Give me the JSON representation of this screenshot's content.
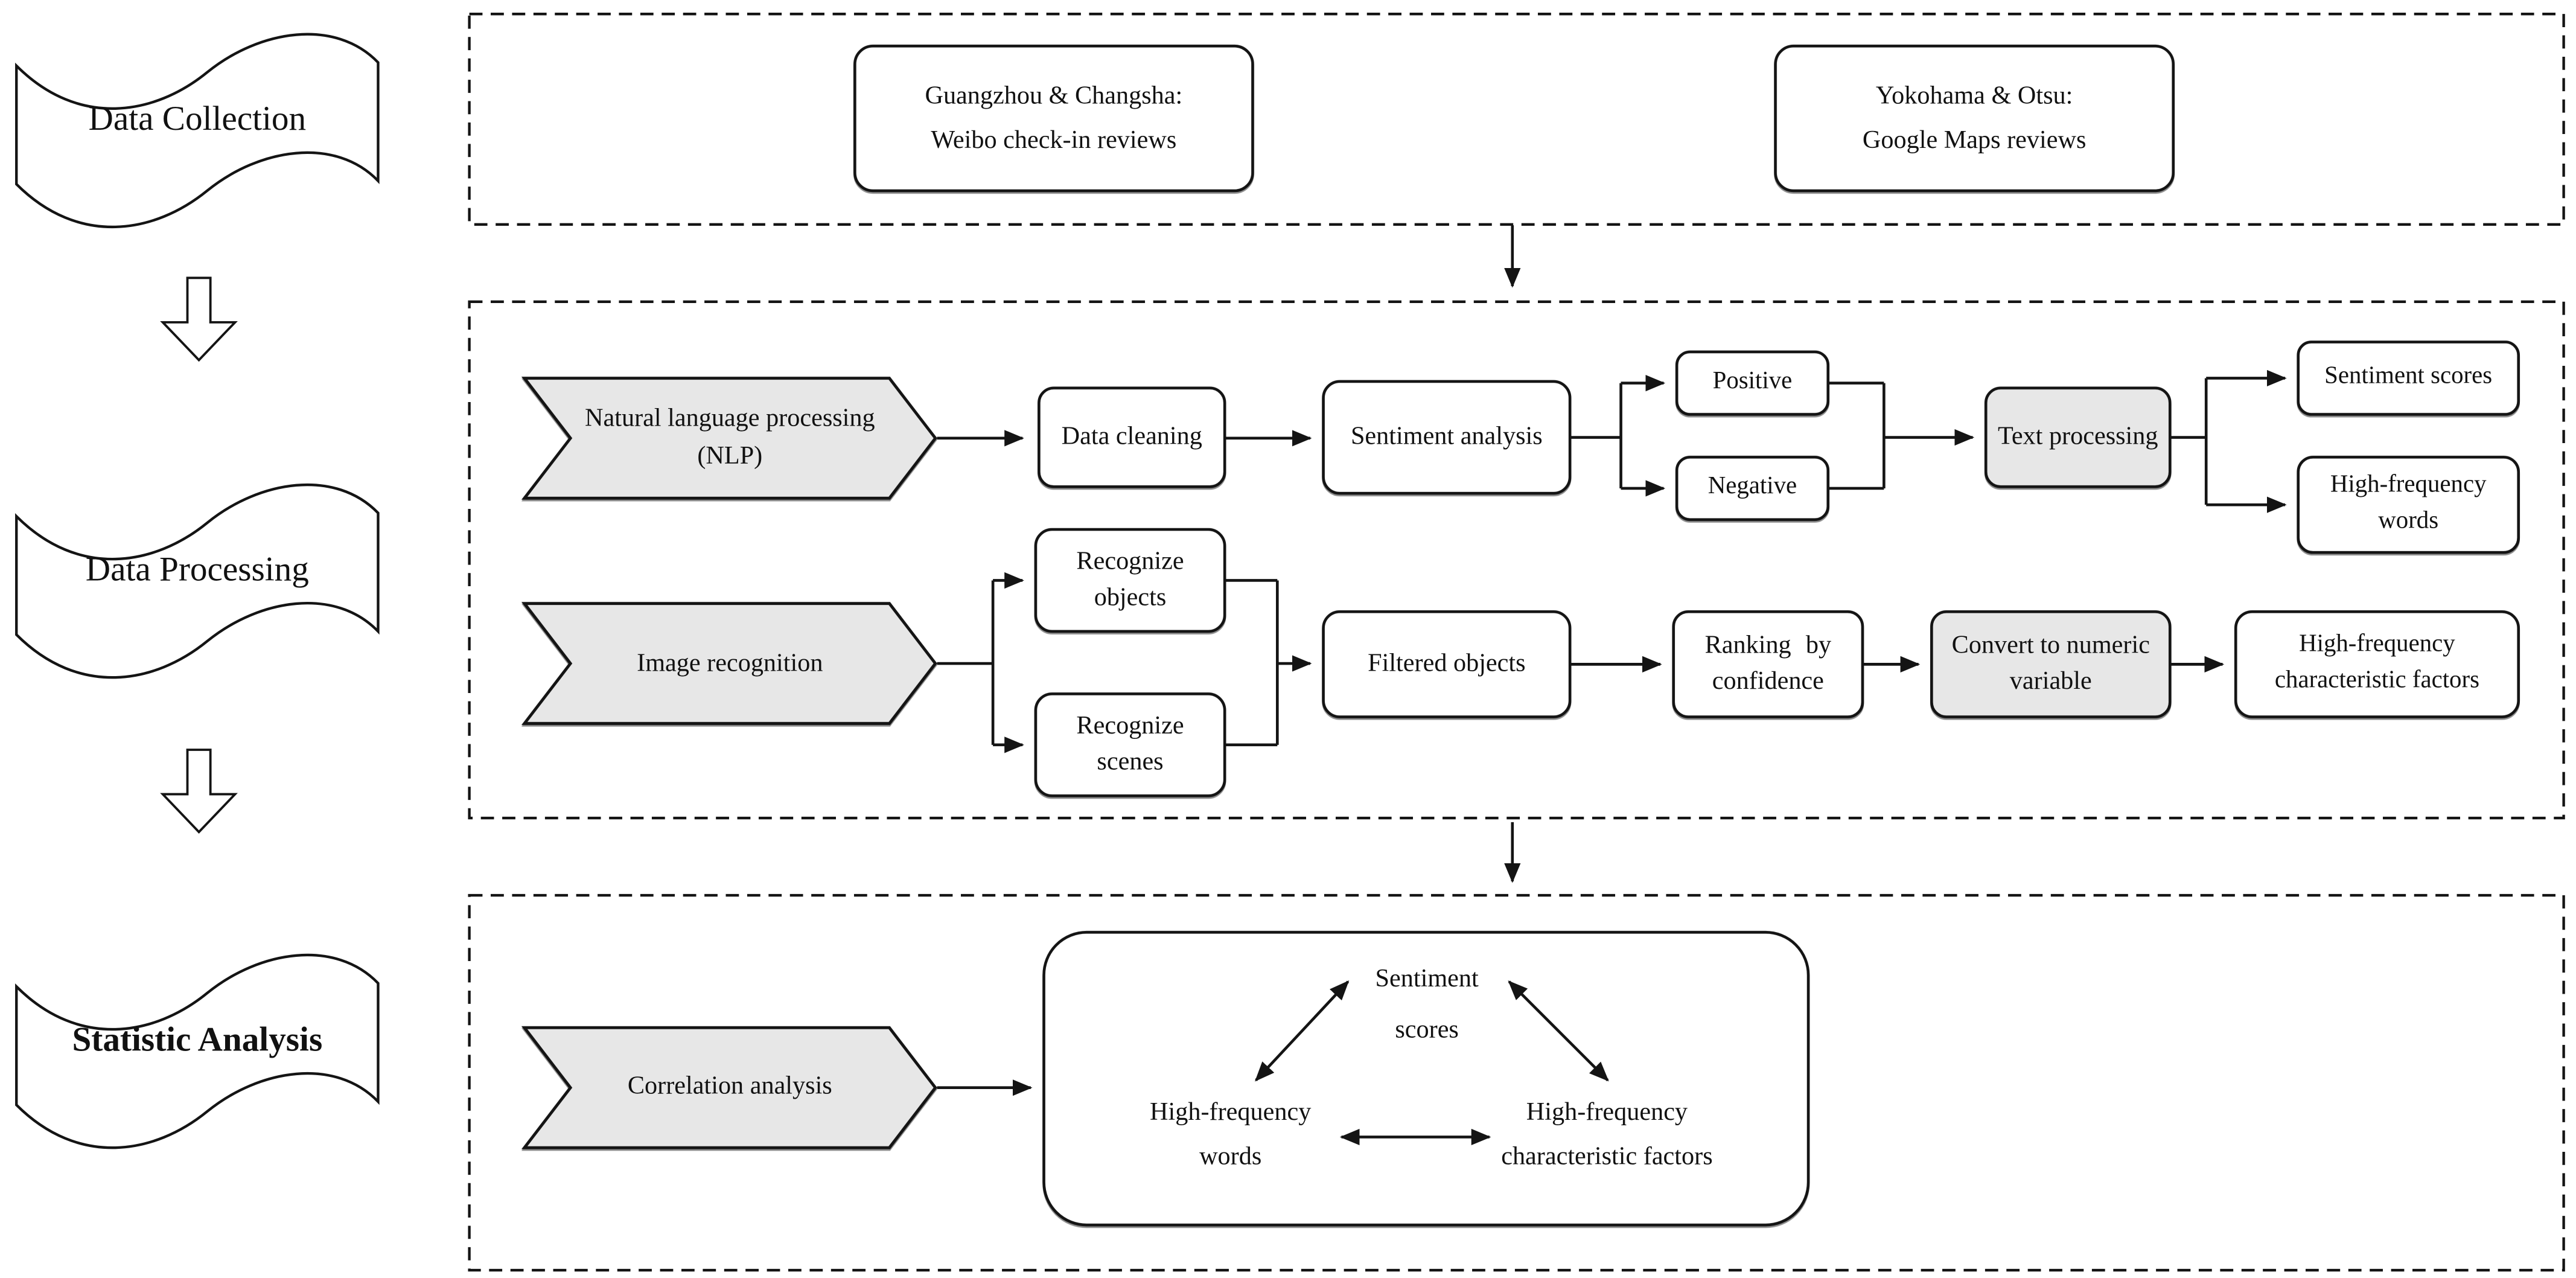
{
  "colors": {
    "ink": "#141414",
    "gray_fill": "#e7e7e7",
    "background": "#ffffff"
  },
  "left_rail": {
    "phase1": "Data Collection",
    "phase2": "Data Processing",
    "phase3": "Statistic Analysis"
  },
  "collection": {
    "weibo_source": "Guangzhou & Changsha:\nWeibo check-in reviews",
    "google_source": "Yokohama & Otsu:\nGoogle Maps reviews"
  },
  "processing": {
    "nlp_entry": "Natural language processing\n(NLP)",
    "data_cleaning": "Data cleaning",
    "sentiment_analysis": "Sentiment analysis",
    "positive": "Positive",
    "negative": "Negative",
    "text_processing": "Text processing",
    "sentiment_scores": "Sentiment scores",
    "high_frequency_words": "High-frequency\nwords",
    "image_entry": "Image recognition",
    "recognize_objects": "Recognize\nobjects",
    "recognize_scenes": "Recognize\nscenes",
    "filtered_objects": "Filtered objects",
    "ranking_by_confidence": "Ranking by\nconfidence",
    "convert_to_numeric": "Convert to numeric\nvariable",
    "high_frequency_factors": "High-frequency\ncharacteristic factors"
  },
  "analysis": {
    "entry": "Correlation analysis",
    "node_top": "Sentiment\nscores",
    "node_left": "High-frequency\nwords",
    "node_right": "High-frequency\ncharacteristic factors"
  }
}
